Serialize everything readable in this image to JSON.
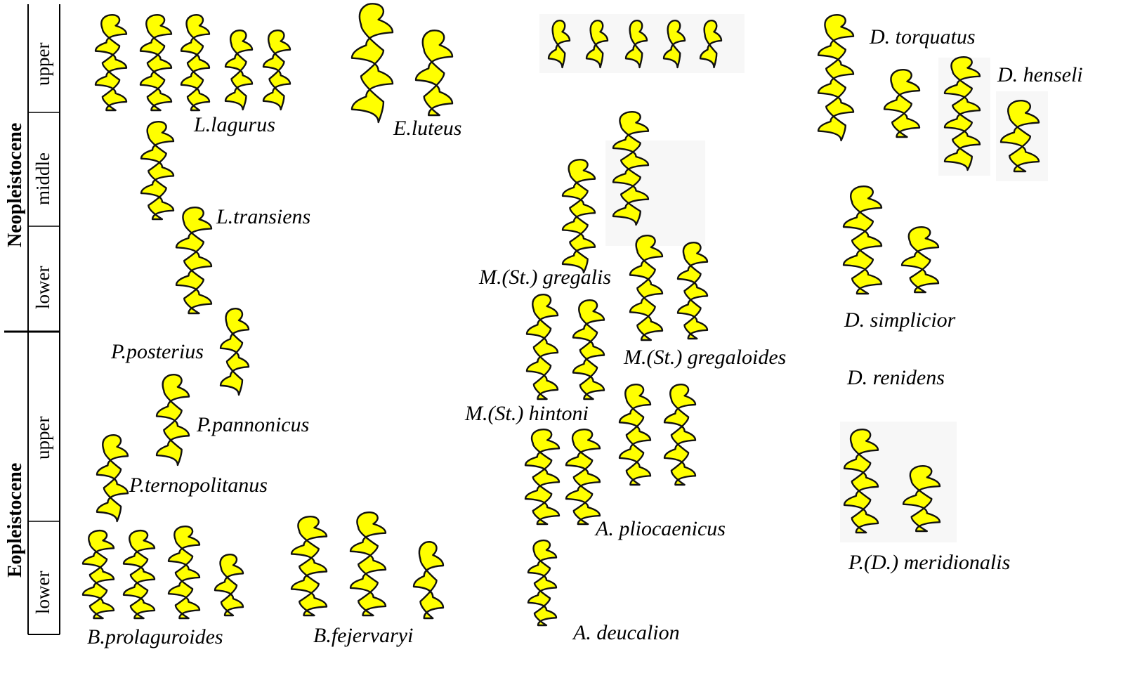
{
  "stratigraphy": {
    "epochs": [
      {
        "id": "neo",
        "label": "Neopleistocene"
      },
      {
        "id": "eo",
        "label": "Eopleistocene"
      }
    ],
    "subdivisions": [
      {
        "id": "neo-upper",
        "label": "upper"
      },
      {
        "id": "neo-middle",
        "label": "middle"
      },
      {
        "id": "neo-lower",
        "label": "lower"
      },
      {
        "id": "eo-upper",
        "label": "upper"
      },
      {
        "id": "eo-lower",
        "label": "lower"
      }
    ]
  },
  "taxa": {
    "l_lagurus": "L.lagurus",
    "e_luteus": "E.luteus",
    "d_torquatus": "D. torquatus",
    "d_henseli": "D. henseli",
    "l_transiens": "L.transiens",
    "m_gregalis": "M.(St.) gregalis",
    "d_simplicior": "D. simplicior",
    "p_posterius": "P.posterius",
    "m_gregaloides": "M.(St.) gregaloides",
    "d_renidens": "D. renidens",
    "p_pannonicus": "P.pannonicus",
    "m_hintoni": "M.(St.) hintoni",
    "p_ternopolitanus": "P.ternopolitanus",
    "a_pliocaenicus": "A. pliocaenicus",
    "p_meridionalis": "P.(D.) meridionalis",
    "b_prolaguroides": "B.prolaguroides",
    "b_fejervaryi": "B.fejervaryi",
    "a_deucalion": "A. deucalion"
  },
  "colors": {
    "tooth_fill": "#ffff00",
    "tooth_outline": "#111111",
    "panel_bg": "#f7f7f7"
  }
}
